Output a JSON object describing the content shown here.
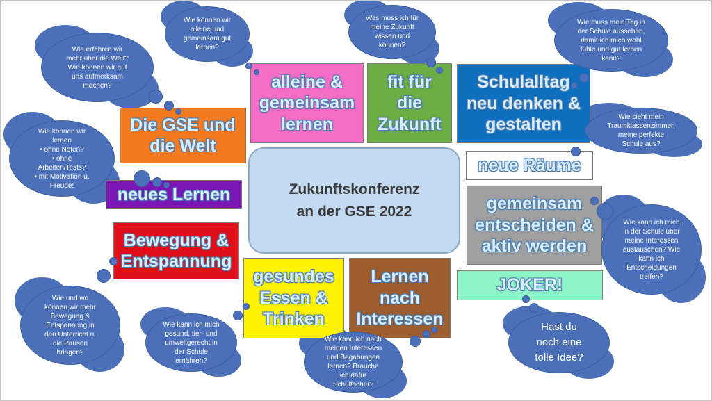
{
  "center": {
    "line1": "Zukunftskonferenz",
    "line2": "an der GSE 2022"
  },
  "boxes": {
    "alleine": {
      "l1": "alleine &",
      "l2": "gemeinsam",
      "l3": "lernen",
      "color": "#f46ec6"
    },
    "fit": {
      "l1": "fit für",
      "l2": "die",
      "l3": "Zukunft",
      "color": "#6dad45"
    },
    "schulalltag": {
      "l1": "Schulalltag",
      "l2": "neu denken &",
      "l3": "gestalten",
      "color": "#0f70c0"
    },
    "gse_welt": {
      "l1": "Die GSE und",
      "l2": "die Welt",
      "color": "#f47a20"
    },
    "neues_lernen": {
      "l1": "neues Lernen",
      "color": "#7a16b5"
    },
    "bewegung": {
      "l1": "Bewegung &",
      "l2": "Entspannung",
      "color": "#e10f1a"
    },
    "essen": {
      "l1": "gesundes",
      "l2": "Essen &",
      "l3": "Trinken",
      "color": "#fff200"
    },
    "interessen": {
      "l1": "Lernen",
      "l2": "nach",
      "l3": "Interessen",
      "color": "#9d5d2e"
    },
    "raeume": {
      "l1": "neue Räume",
      "color": "#ffffff"
    },
    "gemeinsam": {
      "l1": "gemeinsam",
      "l2": "entscheiden &",
      "l3": "aktiv werden",
      "color": "#9f9f9f"
    },
    "joker": {
      "l1": "JOKER!",
      "color": "#8ff5c8"
    }
  },
  "clouds": {
    "c_alleine": [
      "Wie können wir",
      "alleine und",
      "gemeinsam gut",
      "lernen?"
    ],
    "c_zukunft": [
      "Was muss ich für",
      "meine Zukunft",
      "wissen und",
      "können?"
    ],
    "c_tag": [
      "Wie muss mein Tag in",
      "der Schule aussehen,",
      "damit ich mich wohl",
      "fühle und gut lernen",
      "kann?"
    ],
    "c_welt": [
      "Wie erfahren wir",
      "mehr über die Welt?",
      "Wie können wir auf",
      "uns aufmerksam",
      "machen?"
    ],
    "c_traum": [
      "Wie sieht mein",
      "Traumklassenzimmer,",
      "meine perfekte",
      "Schule aus?"
    ],
    "c_lernen": [
      "Wie können wir",
      "lernen",
      "•   ohne Noten?",
      "•   ohne",
      "Arbeiten/Tests?",
      "•   mit Motivation u.",
      "Freude!"
    ],
    "c_austausch": [
      "Wie kann ich mich",
      "in der Schule über",
      "meine Interessen",
      "austauschen? Wie",
      "kann ich",
      "Entscheidungen",
      "treffen?"
    ],
    "c_bewegung": [
      "Wie und wo",
      "können wir mehr",
      "Bewegung &",
      "Entspannung in",
      "den Unterricht u.",
      "die Pausen",
      "bringen?"
    ],
    "c_essen": [
      "Wie kann ich mich",
      "gesund, tier- und",
      "umweltgerecht in",
      "der Schule",
      "ernähren?"
    ],
    "c_interessen": [
      "Wie kann ich nach",
      "meinen Interessen",
      "und Begabungen",
      "lernen? Brauche",
      "ich dafür",
      "Schulfächer?"
    ],
    "c_idee": [
      "Hast du",
      "noch eine",
      "tolle Idee?"
    ]
  }
}
